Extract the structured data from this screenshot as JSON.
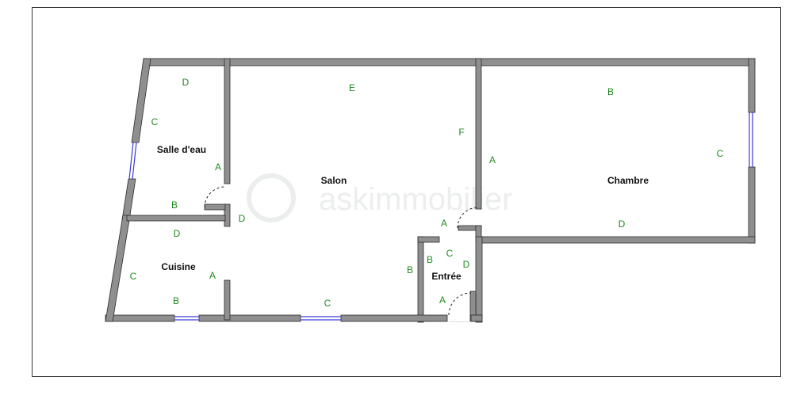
{
  "watermark": "askimmobilier",
  "rooms": {
    "salle_deau": "Salle d'eau",
    "salon": "Salon",
    "chambre": "Chambre",
    "cuisine": "Cuisine",
    "entree": "Entrée"
  },
  "letters": {
    "sde_d": "D",
    "sde_c": "C",
    "sde_a": "A",
    "sde_b": "B",
    "salon_e": "E",
    "salon_f": "F",
    "salon_d": "D",
    "salon_a": "A",
    "salon_b": "B",
    "salon_c": "C",
    "ch_b": "B",
    "ch_a": "A",
    "ch_c": "C",
    "ch_d": "D",
    "cu_d": "D",
    "cu_c": "C",
    "cu_a": "A",
    "cu_b": "B",
    "en_b": "B",
    "en_c": "C",
    "en_d": "D",
    "en_a": "A"
  },
  "colors": {
    "wall": "#8f8f8f",
    "wall_edge": "#2b2b2b",
    "window": "#3a3ad8",
    "letter": "#1f8a1f"
  }
}
